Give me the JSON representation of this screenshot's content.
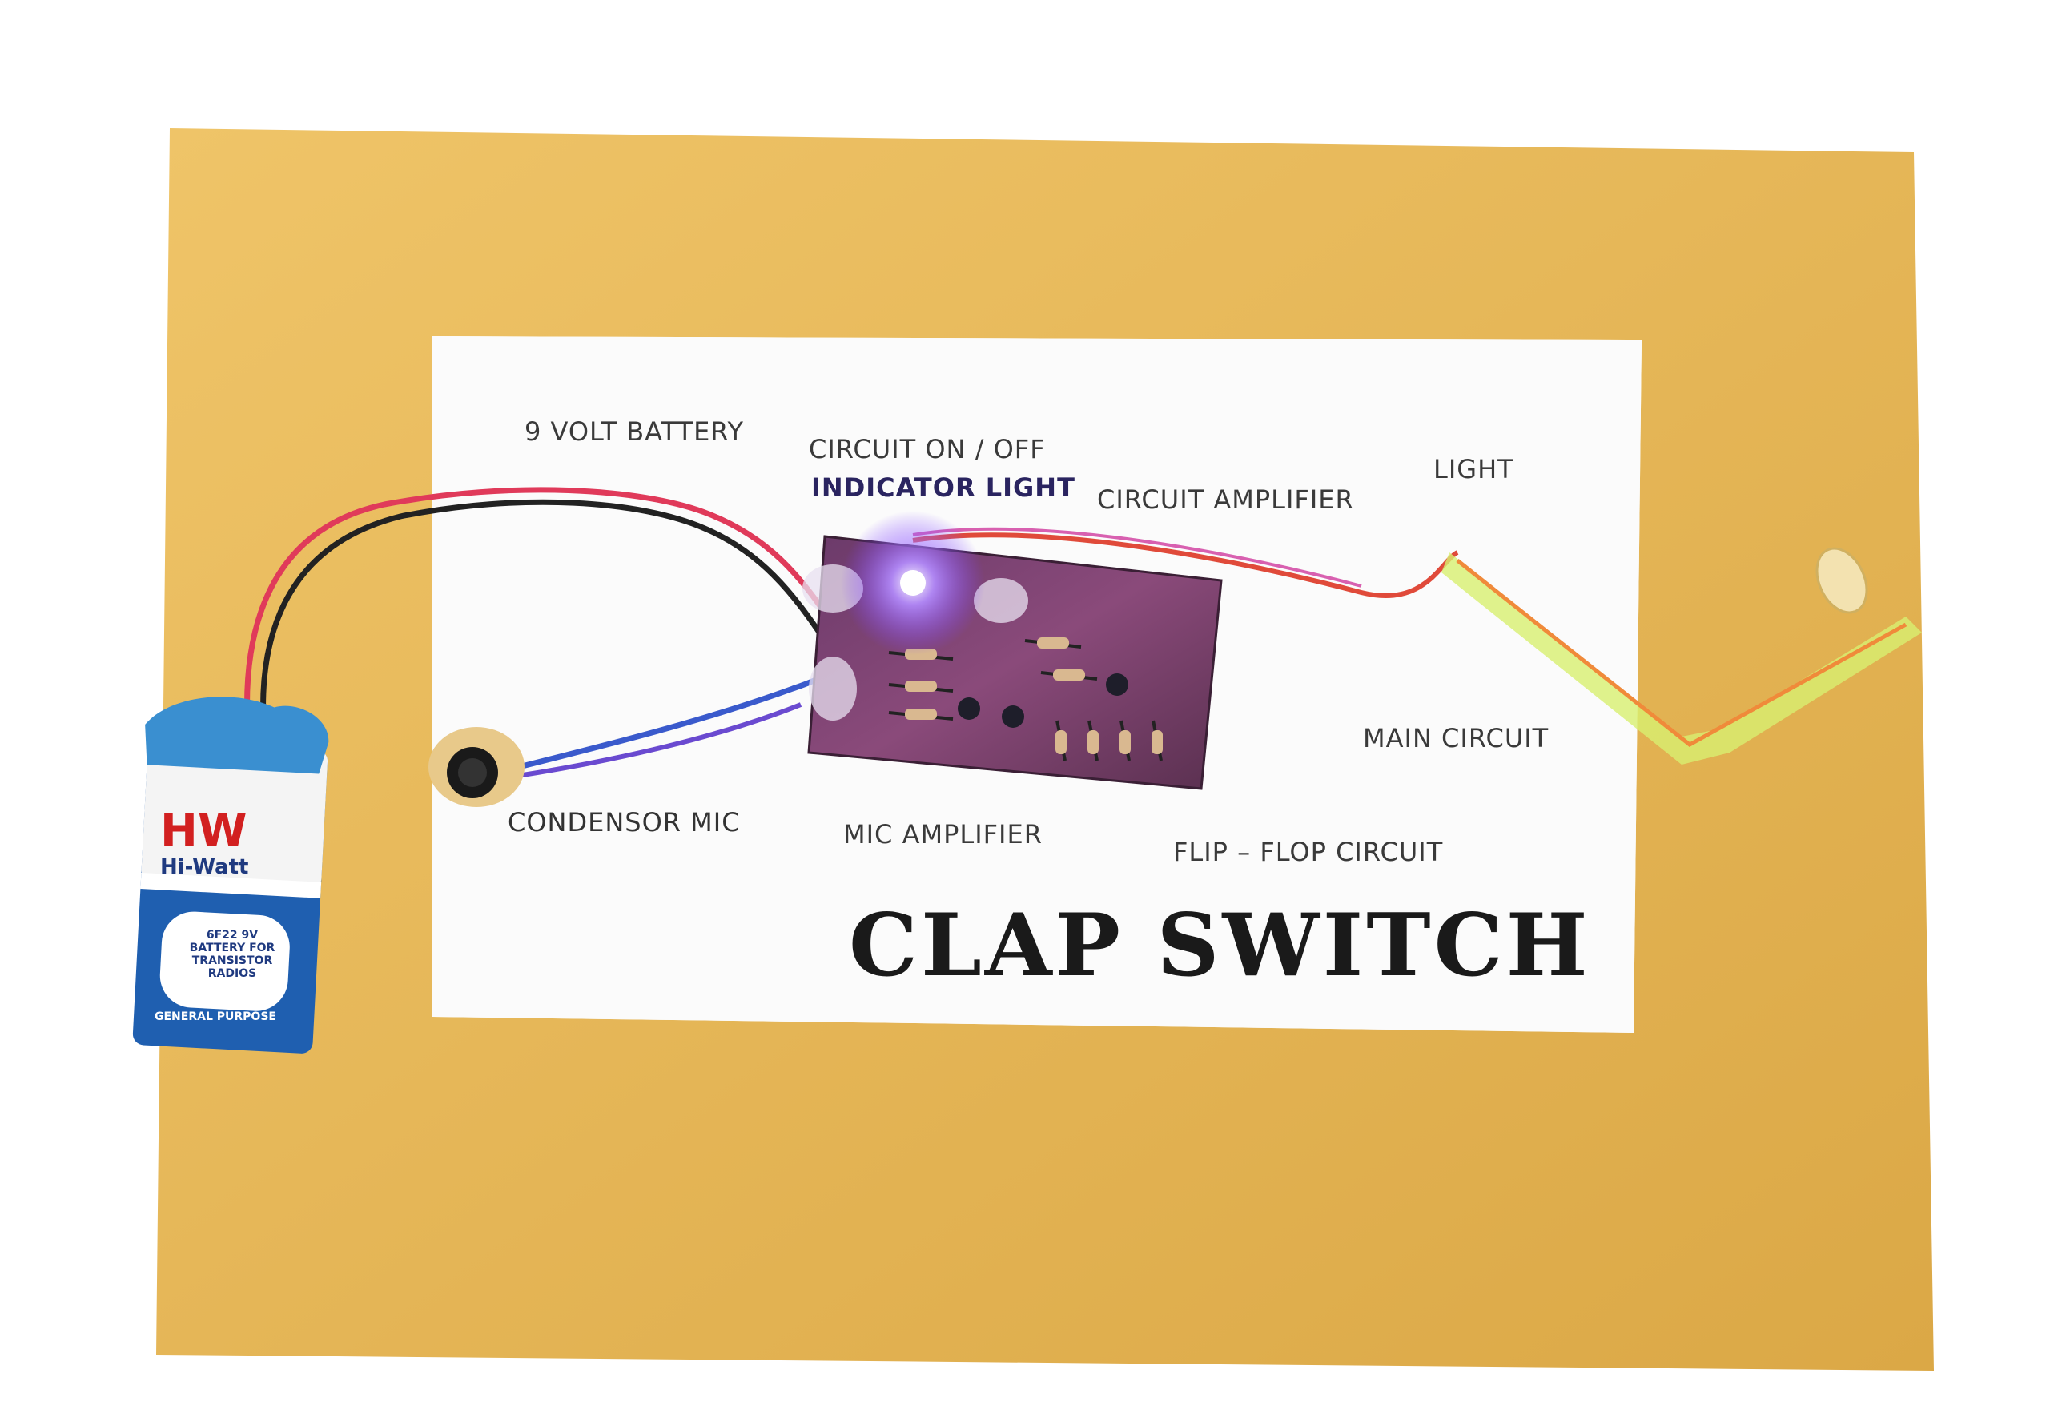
{
  "board": {
    "frame_color": "#e7b34f",
    "panel_color": "#ffffff",
    "title": "CLAP SWITCH"
  },
  "labels": {
    "battery": "9 VOLT BATTERY",
    "indicator_line1": "CIRCUIT ON / OFF",
    "indicator_line2": "INDICATOR LIGHT",
    "circuit_amplifier": "CIRCUIT AMPLIFIER",
    "light": "LIGHT",
    "main_circuit": "MAIN CIRCUIT",
    "condensor_mic": "CONDENSOR  MIC",
    "mic_amplifier": "MIC AMPLIFIER",
    "flip_flop": "FLIP – FLOP CIRCUIT"
  },
  "battery_brand": {
    "logo": "HW",
    "name": "Hi-Watt",
    "spec": "6F22 9V BATTERY FOR TRANSISTOR RADIOS",
    "purpose": "GENERAL PURPOSE",
    "body_color": "#1f5fb0",
    "logo_color": "#d22020"
  },
  "led_color": "#7a3cff"
}
